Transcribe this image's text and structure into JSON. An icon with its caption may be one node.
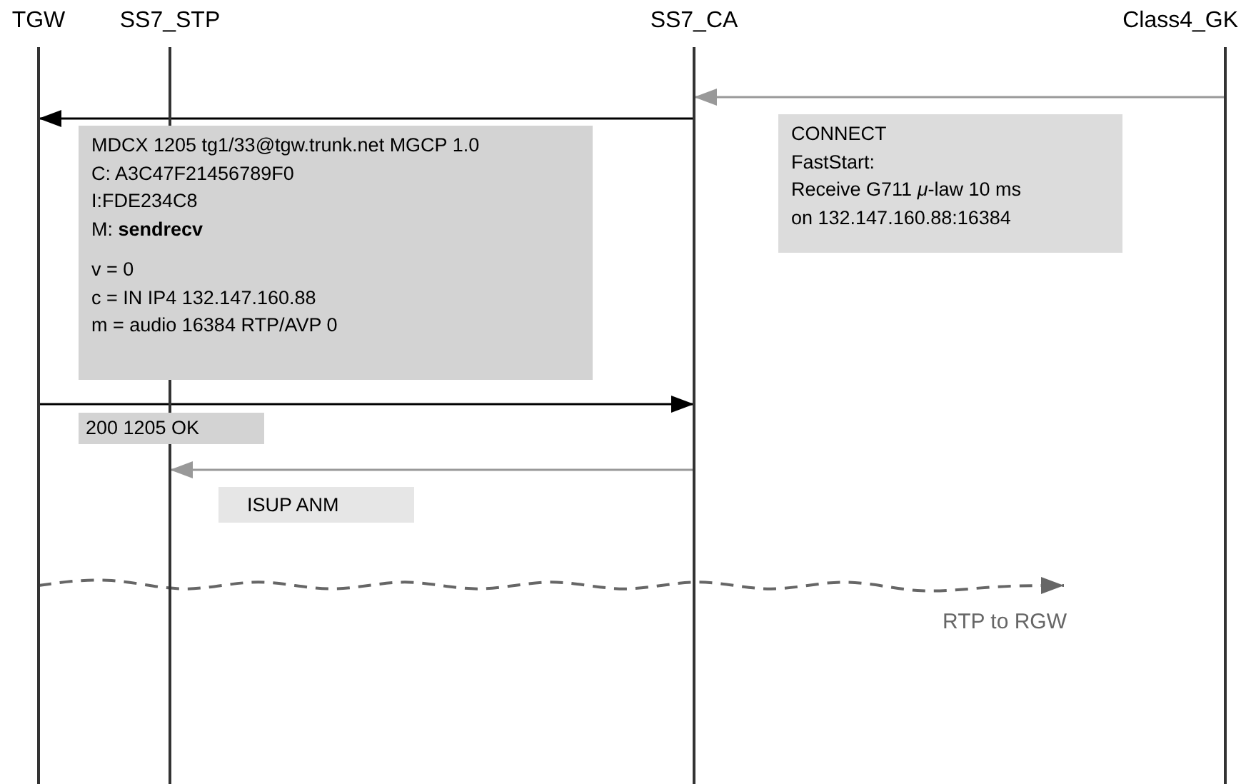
{
  "diagram": {
    "nodes": [
      {
        "text": [
          "TGW"
        ]
      },
      {
        "text": [
          "SS7_STP"
        ]
      },
      {
        "text": [
          "SS7_CA"
        ]
      },
      {
        "text": [
          "Class4_GK"
        ]
      },
      {
        "text": [
          "CONNECT",
          "FastStart:",
          "Receive G711 *μ*-law 10 ms",
          "on 132.147.160.88:16384"
        ]
      },
      {
        "text": [
          "MDCX 1205 tg1/33@tgw.trunk.net MGCP 1.0",
          "C: A3C47F21456789F0",
          "I:FDE234C8",
          "M: **sendrecv**",
          "v = 0",
          "c = IN IP4 132.147.160.88",
          "m = audio 16384 RTP/AVP 0"
        ]
      },
      {
        "text": [
          "200 1205 OK"
        ]
      },
      {
        "text": [
          "ISUP ANM"
        ]
      }
    ],
    "edges": [
      {
        "from": 3,
        "to": 2,
        "arrow": "to",
        "color": "#999999"
      },
      {
        "from": 2,
        "to": 0,
        "arrow": "to",
        "color": "#000000"
      },
      {
        "from": 0,
        "to": 2,
        "arrow": "to",
        "color": "#000000"
      },
      {
        "from": 2,
        "to": 1,
        "arrow": "to",
        "color": "#999999"
      },
      {
        "from": 0,
        "to": null,
        "arrow": "to",
        "label": "RTP to RGW",
        "style": "dashed",
        "color": "#666666"
      }
    ]
  }
}
